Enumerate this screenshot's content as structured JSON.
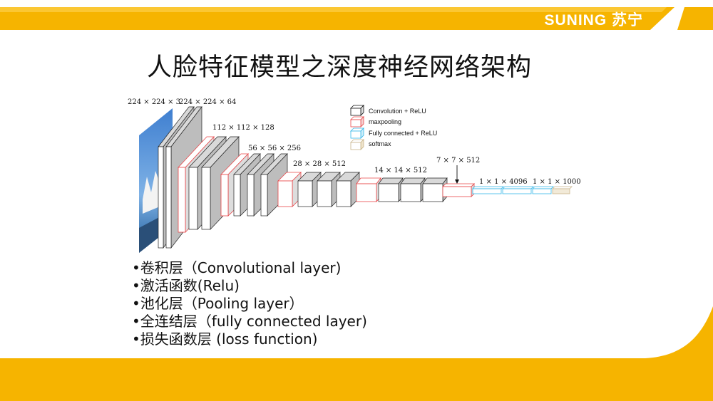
{
  "brand": {
    "name": "SUNING 苏宁",
    "color": "#fbb600"
  },
  "title": "人脸特征模型之深度神经网络架构",
  "diagram": {
    "legend": [
      {
        "label": "Convolution + ReLU",
        "color": "#111111"
      },
      {
        "label": "maxpooling",
        "color": "#e8474a"
      },
      {
        "label": "Fully connected + ReLU",
        "color": "#35b6e8"
      },
      {
        "label": "softmax",
        "color": "#c8b48a"
      }
    ],
    "size_labels": [
      "224 × 224 × 3",
      "224 × 224 × 64",
      "112 × 112 × 128",
      "56 × 56 × 256",
      "28 × 28 × 512",
      "14 × 14 × 512",
      "7 × 7 × 512",
      "1 × 1 × 4096",
      "1 × 1 × 1000"
    ]
  },
  "bullets": [
    "•卷积层（Convolutional layer)",
    "•激活函数(Relu)",
    "•池化层（Pooling layer）",
    "•全连结层（fully connected layer)",
    "•损失函数层 (loss function)"
  ]
}
